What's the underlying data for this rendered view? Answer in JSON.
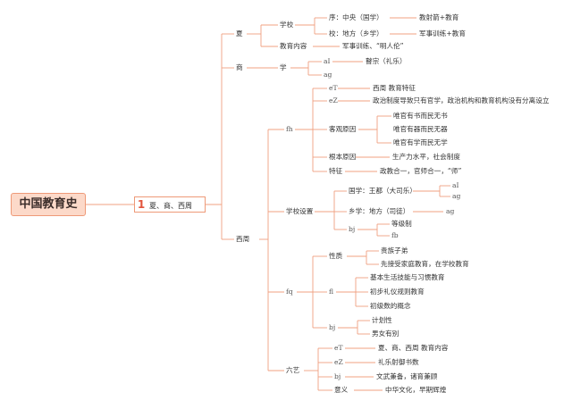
{
  "root": "中国教育史",
  "chapter": {
    "number": "1",
    "title": "夏、商、西周"
  },
  "xia": {
    "label": "夏",
    "school": "学校",
    "xu": "序：中央（国学）",
    "xu_note": "教射箭+教育",
    "xiao": "校：地方（乡学）",
    "xiao_note": "军事训练+教育",
    "content": "教育内容",
    "content_note": "军事训练、“明人伦”"
  },
  "shang": {
    "label": "商",
    "school": "学",
    "ai": "aI",
    "ai_note": "瞽宗（礼乐）",
    "ag": "ag"
  },
  "xizhou": {
    "label": "西周",
    "et": "eT",
    "et_note": "西周 教育特征",
    "ez": "eZ",
    "ez_note": "政治制度导致只有官学，政治机构和教育机构没有分离设立",
    "fh": "fh",
    "objective": "客观原因",
    "obj1": "唯官有书而民无书",
    "obj2": "唯官有器而民无器",
    "obj3": "唯官有学而民无学",
    "root_cause": "根本原因",
    "root_cause_note": "生产力水平，社会制度",
    "feature": "特征",
    "feature_note": "政教合一，官师合一，“师”",
    "schools": "学校设置",
    "guoxue": "国学：王都（大司乐）",
    "guoxue_a": "aI",
    "guoxue_b": "ag",
    "xiangxue": "乡学：地方（司徒）",
    "xiangxue_a": "ag",
    "bj": "bj",
    "grade": "等级制",
    "fb": "fb",
    "fq": "fq",
    "nature": "性质",
    "noble": "贵族子弟",
    "family": "先接受家庭教育，在学校教育",
    "fl": "fl",
    "fl1": "基本生活技能与习惯教育",
    "fl2": "初步礼仪规则教育",
    "fl3": "初级数的概念",
    "bj2": "bj",
    "plan": "计划性",
    "gender": "男女有别"
  },
  "liuyi": {
    "label": "六艺",
    "et": "eT",
    "et_note": "夏、商、西周 教育内容",
    "ez": "eZ",
    "ez_note": "礼乐射御书数",
    "bj": "bj",
    "bj_note": "文武兼备，诸育兼顾",
    "meaning": "意义",
    "meaning_note": "中华文化，早期辉煌"
  },
  "colors": {
    "line": "#f0a080",
    "root_fill": "#fcd9c9",
    "chapter_number": "#e2543c"
  }
}
